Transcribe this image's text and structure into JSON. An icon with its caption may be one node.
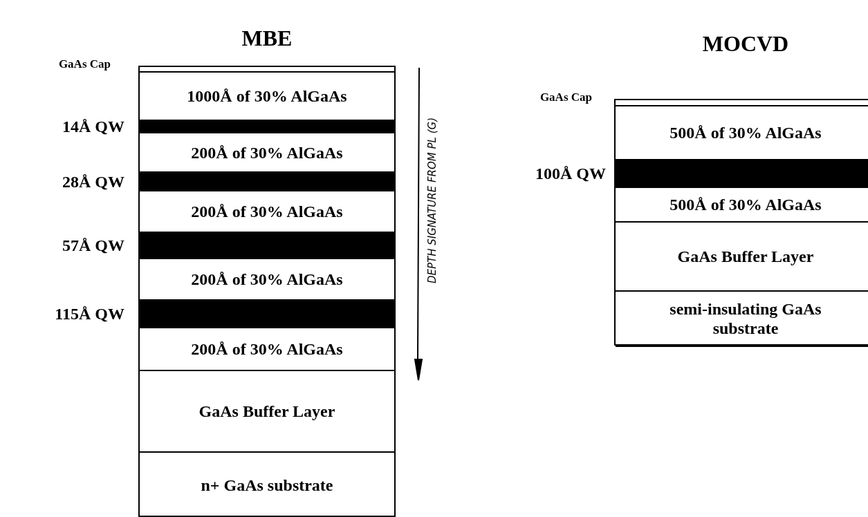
{
  "diagram": {
    "nodes": [
      {
        "text": [
          "MBE"
        ]
      },
      {
        "text": [],
        "shape": "bar",
        "in": 0,
        "beside": [
          "GaAs Cap"
        ]
      },
      {
        "text": [
          "1000Å of 30% AlGaAs"
        ],
        "in": 0
      },
      {
        "text": [],
        "shape": "bar",
        "in": 0,
        "beside": [
          "14Å QW"
        ]
      },
      {
        "text": [
          "200Å of 30% AlGaAs"
        ],
        "in": 0
      },
      {
        "text": [],
        "shape": "bar",
        "in": 0,
        "beside": [
          "28Å QW"
        ]
      },
      {
        "text": [
          "200Å of 30% AlGaAs"
        ],
        "in": 0
      },
      {
        "text": [],
        "shape": "bar",
        "in": 0,
        "beside": [
          "57Å QW"
        ]
      },
      {
        "text": [
          "200Å of 30% AlGaAs"
        ],
        "in": 0
      },
      {
        "text": [],
        "shape": "bar",
        "in": 0,
        "beside": [
          "115Å QW"
        ]
      },
      {
        "text": [
          "200Å of 30% AlGaAs"
        ],
        "in": 0
      },
      {
        "text": [
          "GaAs Buffer Layer"
        ],
        "in": 0
      },
      {
        "text": [
          "n+ GaAs substrate"
        ],
        "in": 0
      },
      {
        "text": [
          "MOCVD"
        ]
      },
      {
        "text": [],
        "shape": "bar",
        "in": 13,
        "beside": [
          "GaAs Cap"
        ]
      },
      {
        "text": [
          "500Å of 30% AlGaAs"
        ],
        "in": 13
      },
      {
        "text": [],
        "shape": "bar",
        "in": 13,
        "beside": [
          "100Å QW"
        ]
      },
      {
        "text": [
          "500Å of 30% AlGaAs"
        ],
        "in": 13
      },
      {
        "text": [
          "GaAs Buffer Layer"
        ],
        "in": 13
      },
      {
        "text": [
          "semi-insulating GaAs substrate"
        ],
        "in": 13
      }
    ],
    "edges": [],
    "labels": [
      "DEPTH SIGNATURE FROM PL (G)"
    ]
  }
}
